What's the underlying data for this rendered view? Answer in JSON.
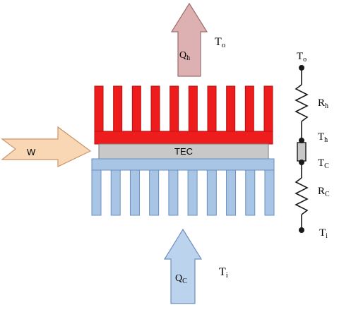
{
  "colors": {
    "hot_sink": "#ee1c1c",
    "hot_sink_stroke": "#b80f0f",
    "cold_sink": "#a9c5e6",
    "cold_sink_stroke": "#6a8fbf",
    "tec": "#c8c8c8",
    "tec_stroke": "#7a7a7a",
    "qh_arrow": "#ddb1b1",
    "qh_arrow_stroke": "#9f6b6b",
    "qc_arrow": "#bcd3ee",
    "qc_arrow_stroke": "#6d8fbd",
    "w_arrow": "#fad7b4",
    "w_arrow_stroke": "#c9956a",
    "circuit": "#1a1a1a"
  },
  "hot_sink": {
    "fin_count": 10
  },
  "cold_sink": {
    "fin_count": 10
  },
  "tec": {
    "label": "TEC"
  },
  "arrows": {
    "qh": {
      "main": "Q",
      "sub": "h"
    },
    "qc": {
      "main": "Q",
      "sub": "C"
    },
    "w": {
      "label": "W"
    }
  },
  "labels": {
    "to_left": {
      "main": "T",
      "sub": "o"
    },
    "ti_left": {
      "main": "T",
      "sub": "i"
    }
  },
  "circuit": {
    "to": {
      "main": "T",
      "sub": "o"
    },
    "rh": {
      "main": "R",
      "sub": "h"
    },
    "th": {
      "main": "T",
      "sub": "h"
    },
    "tc": {
      "main": "T",
      "sub": "C"
    },
    "rc": {
      "main": "R",
      "sub": "C"
    },
    "ti": {
      "main": "T",
      "sub": "i"
    }
  }
}
